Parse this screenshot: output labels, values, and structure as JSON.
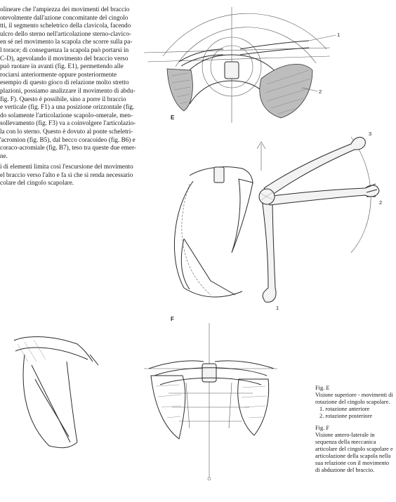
{
  "body_text": {
    "lines": [
      "olineare che l'ampiezza dei movimenti del braccio",
      "otevolmente dall'azione concomitante del cingolo",
      "tti, il segmento scheletrico della clavicola, facendo",
      "ulcro dello sterno nell'articolazione sterno-clavico-",
      "en sé nel movimento la scapola che scorre sulla pa-",
      "l torace; di conseguenza la scapola può portarsi in",
      "C-D), agevolando il movimento del braccio verso",
      "può ruotare in avanti (fig. E1), permettendo alle",
      "rociarsi anteriormente oppure posteriormente",
      "esempio di questo gioco di relazione molto stretto",
      "plazioni, possiamo analizzare il movimento di abdu-",
      "fig. F). Questo è possibile, sino a porre il braccio",
      "e verticale (fig. F1) a una posizione orizzontale (fig.",
      "do solamente l'articolazione scapolo-omerale, men-",
      "sollevamento (fig. F3) va a coinvolgere l'articolazio-",
      "la con lo sterno. Questo è dovuto al ponte scheletri-",
      "'acromion (fig. B5), dal becco coracoideo (fig. B6) e",
      "coraco-acromiale (fig. B7), teso tra queste due emer-",
      "ne.",
      "i di elementi limita così l'escursione del movimento",
      "el braccio verso l'alto e fa sì che si renda necessario",
      "colare del cingolo scapolare."
    ]
  },
  "figures": {
    "e_label": "E",
    "f_label": "F",
    "e_numbers": [
      "1",
      "2"
    ],
    "f_numbers": [
      "3",
      "2",
      "1"
    ]
  },
  "caption": {
    "fig_e_title": "Fig. E",
    "fig_e_lines": [
      "Visione superiore - movimenti di",
      "rotazione del cingolo scapolare."
    ],
    "fig_e_items": [
      "1.   rotazione anteriore",
      "2.   rotazione posteriore"
    ],
    "fig_f_title": "Fig. F",
    "fig_f_lines": [
      "Visione antero-laterale in",
      "sequenza della meccanica",
      "articolare del cingolo scapolare e",
      "articolazione della scapola nella",
      "sua relazione con il movimento",
      "di abduzione del braccio."
    ]
  }
}
